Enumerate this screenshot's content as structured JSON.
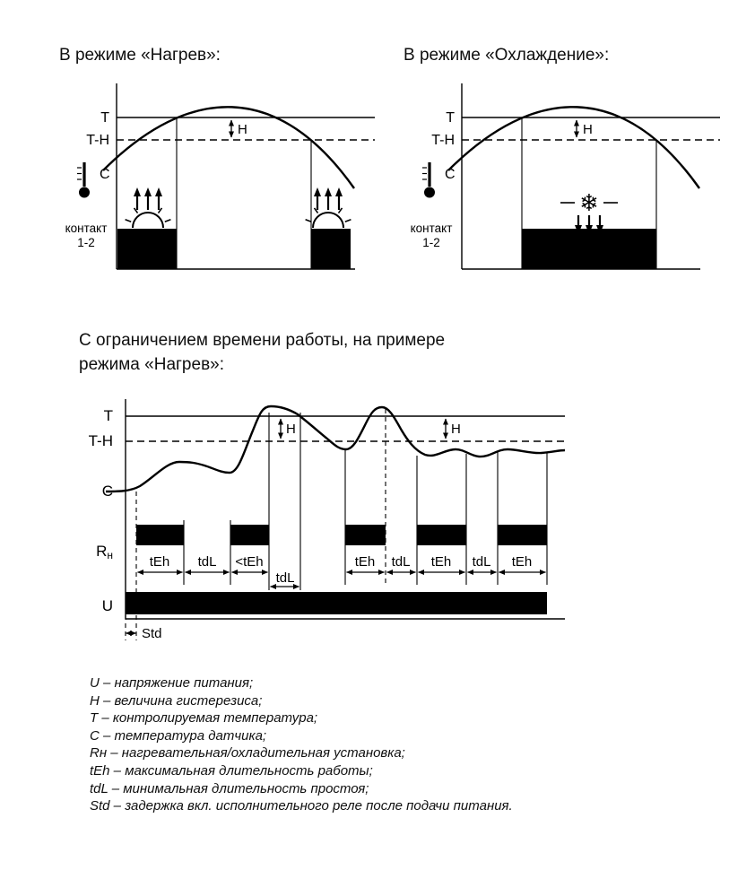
{
  "headings": {
    "heating": "В режиме «Нагрев»:",
    "cooling": "В режиме «Охлаждение»:",
    "limited_line1": "С ограничением времени работы, на примере",
    "limited_line2": "режима «Нагрев»:"
  },
  "axis_labels": {
    "t": "T",
    "t_h": "T-H",
    "c": "C",
    "h": "H",
    "contact_line1": "контакт",
    "contact_line2": "1-2",
    "r": "R",
    "r_sub": "н",
    "u": "U",
    "std": "Std"
  },
  "icons": {
    "snowflake": "❄"
  },
  "timing": {
    "intervals": [
      {
        "label": "tEh"
      },
      {
        "label": "tdL"
      },
      {
        "label": "<tEh"
      },
      {
        "label": "tdL"
      },
      {
        "label": "tEh"
      },
      {
        "label": "tdL"
      },
      {
        "label": "tEh"
      },
      {
        "label": "tdL"
      },
      {
        "label": "tEh"
      }
    ]
  },
  "legend": {
    "items": [
      "U – напряжение питания;",
      "H – величина гистерезиса;",
      "T – контролируемая температура;",
      "C – температура датчика;",
      "Rн – нагревательная/охладительная установка;",
      "tEh – максимальная длительность работы;",
      "tdL – минимальная длительность простоя;",
      "Std – задержка вкл. исполнительного реле после подачи питания."
    ]
  },
  "colors": {
    "ink": "#000000"
  }
}
